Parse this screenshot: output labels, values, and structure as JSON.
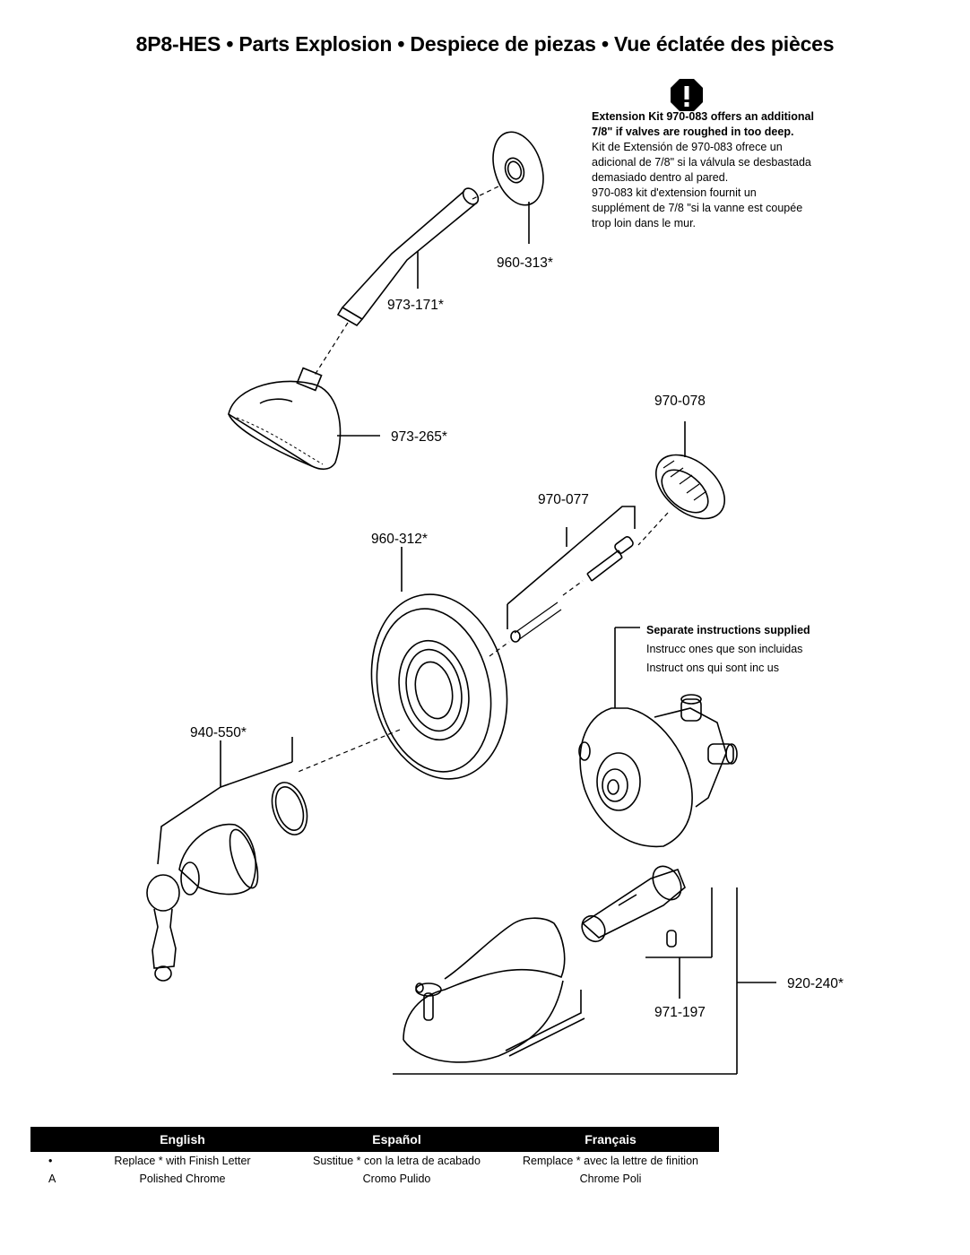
{
  "title": "8P8-HES • Parts Explosion • Despiece de piezas • Vue éclatée des pièces",
  "warning_icon": "exclamation-octagon-icon",
  "extension_note": {
    "en": "Extension Kit 970-083 offers an additional 7/8\" if valves are roughed in too deep.",
    "es": "Kit de Extensión de 970-083 ofrece un adicional de 7/8\" si la válvula se desbastada demasiado dentro al pared.",
    "fr": "970-083 kit d'extension fournit un supplément de 7/8 \"si la vanne est coupée trop loin dans le mur."
  },
  "valve_note": {
    "en": "Separate instructions supplied",
    "es": "Instrucc ones que son incluidas",
    "fr": "Instruct ons qui sont inc us"
  },
  "parts": {
    "flange": "960-313*",
    "shower_arm": "973-171*",
    "shower_head": "973-265*",
    "nut": "970-078",
    "screws": "970-077",
    "escutcheon": "960-312*",
    "handle": "940-550*",
    "set_screw": "971-197",
    "tub_spout_kit": "920-240*"
  },
  "legend": {
    "headers": [
      "English",
      "Español",
      "Français"
    ],
    "rows": [
      {
        "key": "•",
        "en": "Replace * with Finish Letter",
        "es": "Sustitue * con la letra de acabado",
        "fr": "Remplace * avec la lettre de finition"
      },
      {
        "key": "A",
        "en": "Polished Chrome",
        "es": "Cromo Pulido",
        "fr": "Chrome Poli"
      }
    ]
  }
}
